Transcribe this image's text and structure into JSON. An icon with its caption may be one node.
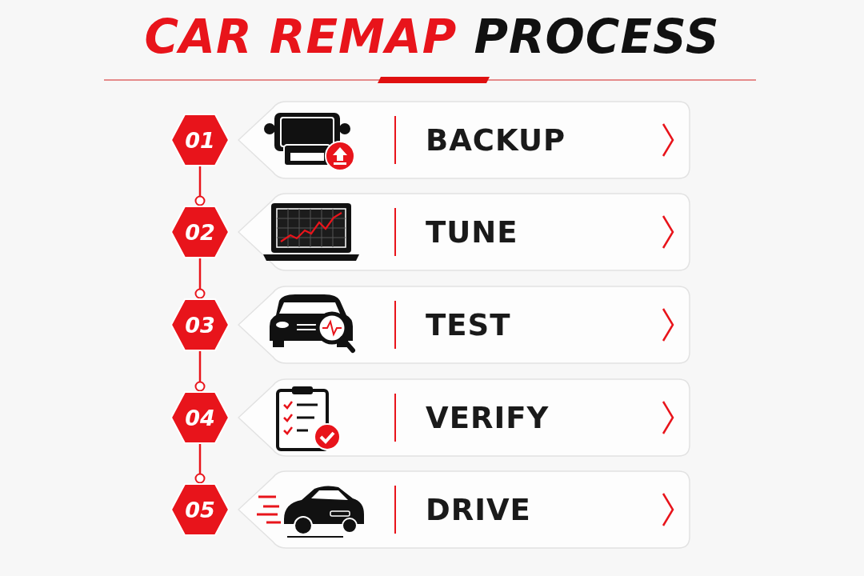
{
  "diagram": {
    "title": "CAR REMAP PROCESS",
    "nodes": [
      {
        "text": [
          "01"
        ]
      },
      {
        "text": [
          "BACKUP"
        ]
      },
      {
        "text": [
          "02"
        ]
      },
      {
        "text": [
          "TUNE"
        ]
      },
      {
        "text": [
          "03"
        ]
      },
      {
        "text": [
          "TEST"
        ]
      },
      {
        "text": [
          "04"
        ]
      },
      {
        "text": [
          "VERIFY"
        ]
      },
      {
        "text": [
          "05"
        ]
      },
      {
        "text": [
          "DRIVE"
        ]
      }
    ],
    "edges": [
      {
        "from": 0,
        "to": 2,
        "arrow": "other"
      },
      {
        "from": 2,
        "to": 4,
        "arrow": "other"
      },
      {
        "from": 4,
        "to": 6,
        "arrow": "other"
      },
      {
        "from": 6,
        "to": 8,
        "arrow": "other"
      }
    ]
  }
}
